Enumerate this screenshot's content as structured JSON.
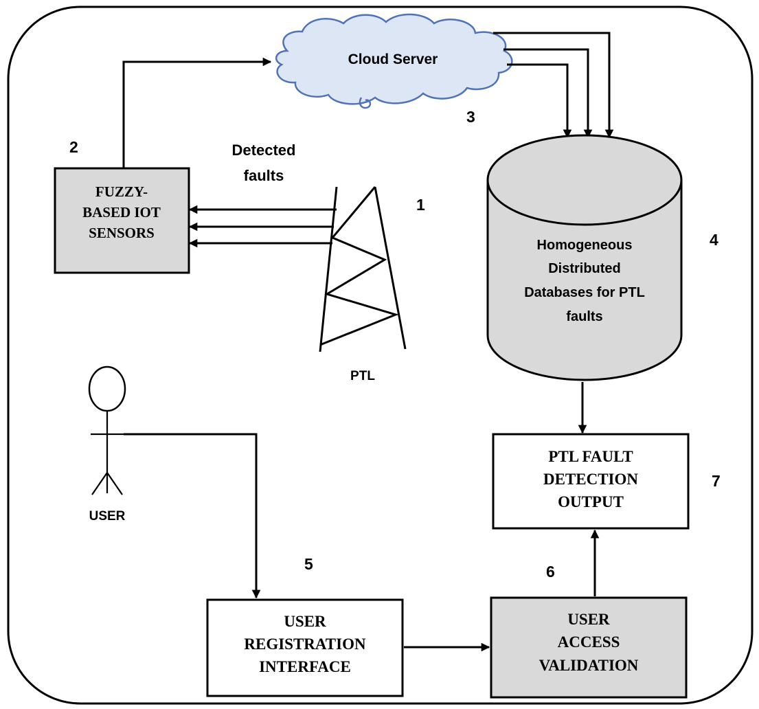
{
  "cloud": {
    "label": "Cloud Server"
  },
  "sensors": {
    "lines": [
      "FUZZY-",
      "BASED IOT",
      "SENSORS"
    ]
  },
  "detected": {
    "lines": [
      "Detected",
      "faults"
    ]
  },
  "tower": {
    "label": "PTL"
  },
  "database": {
    "lines": [
      "Homogeneous",
      "Distributed",
      "Databases for PTL",
      "faults"
    ]
  },
  "user": {
    "label": "USER"
  },
  "output": {
    "lines": [
      "PTL FAULT",
      "DETECTION",
      "OUTPUT"
    ]
  },
  "registration": {
    "lines": [
      "USER",
      "REGISTRATION",
      "INTERFACE"
    ]
  },
  "validation": {
    "lines": [
      "USER",
      "ACCESS",
      "VALIDATION"
    ]
  },
  "step_numbers": {
    "n1": "1",
    "n2": "2",
    "n3": "3",
    "n4": "4",
    "n5": "5",
    "n6": "6",
    "n7": "7"
  },
  "colors": {
    "cloud_fill": "#dde6f5",
    "cloud_stroke": "#4f73b6",
    "box_gray": "#d9d9d9",
    "line": "#000000"
  }
}
